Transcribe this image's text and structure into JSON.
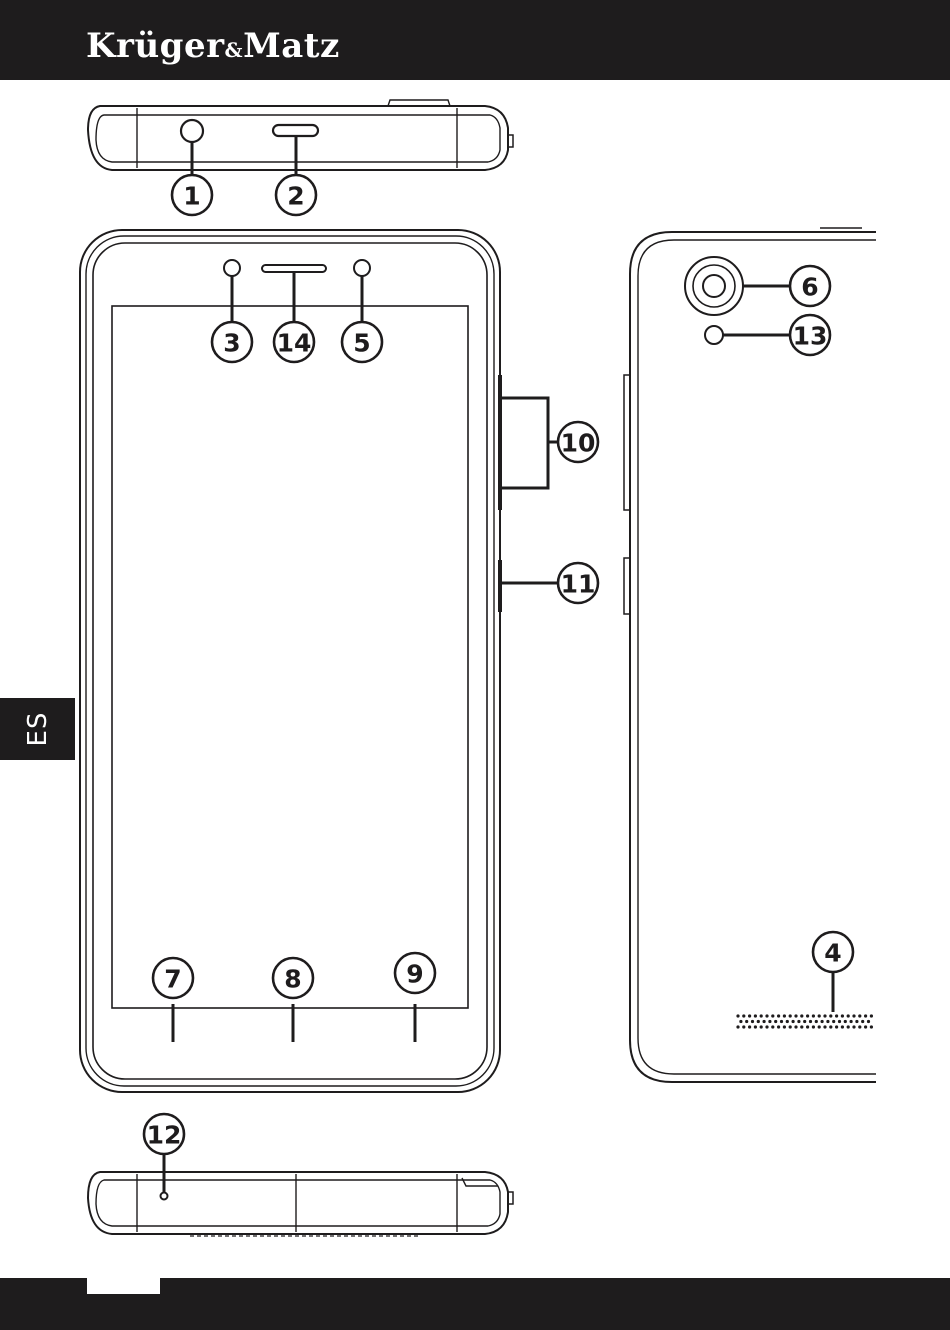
{
  "header": {
    "brand_main_1": "Krüger",
    "brand_amp": "&",
    "brand_main_2": "Matz"
  },
  "language_tab": "ES",
  "colors": {
    "bar": "#1e1c1d",
    "line": "#1e1c1d",
    "background": "#ffffff"
  },
  "callouts": [
    "1",
    "2",
    "3",
    "14",
    "5",
    "6",
    "13",
    "10",
    "11",
    "4",
    "7",
    "8",
    "9",
    "12"
  ]
}
